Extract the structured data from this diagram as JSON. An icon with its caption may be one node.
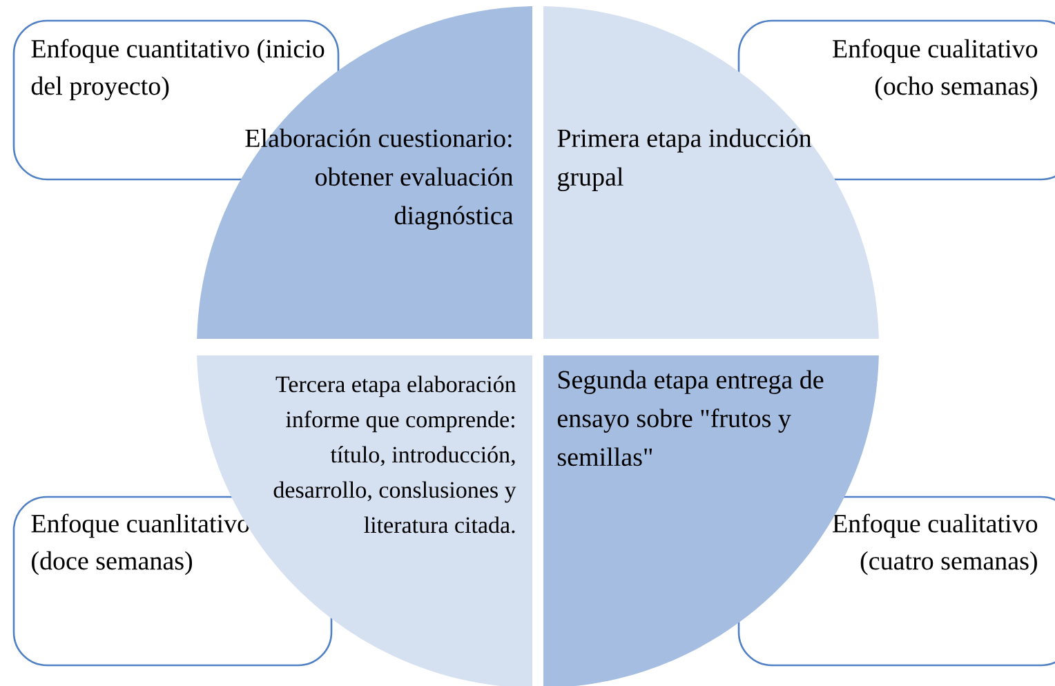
{
  "diagram": {
    "nodes": [
      {
        "text": [
          "Enfoque cuantitativo (inicio del proyecto)"
        ]
      },
      {
        "text": [
          "Enfoque cualitativo (ocho semanas)"
        ]
      },
      {
        "text": [
          "Elaboración cuestionario: obtener evaluación diagnóstica"
        ]
      },
      {
        "text": [
          "Primera etapa inducción grupal"
        ]
      },
      {
        "text": [
          "Tercera etapa elaboración informe que comprende: título, introducción, desarrollo, conslusiones y literatura citada."
        ]
      },
      {
        "text": [
          "Segunda etapa entrega de ensayo sobre \"frutos y semillas\""
        ]
      },
      {
        "text": [
          "Enfoque cuanlitativo (doce semanas)"
        ]
      },
      {
        "text": [
          "Enfoque cualitativo (cuatro semanas)"
        ]
      }
    ]
  }
}
